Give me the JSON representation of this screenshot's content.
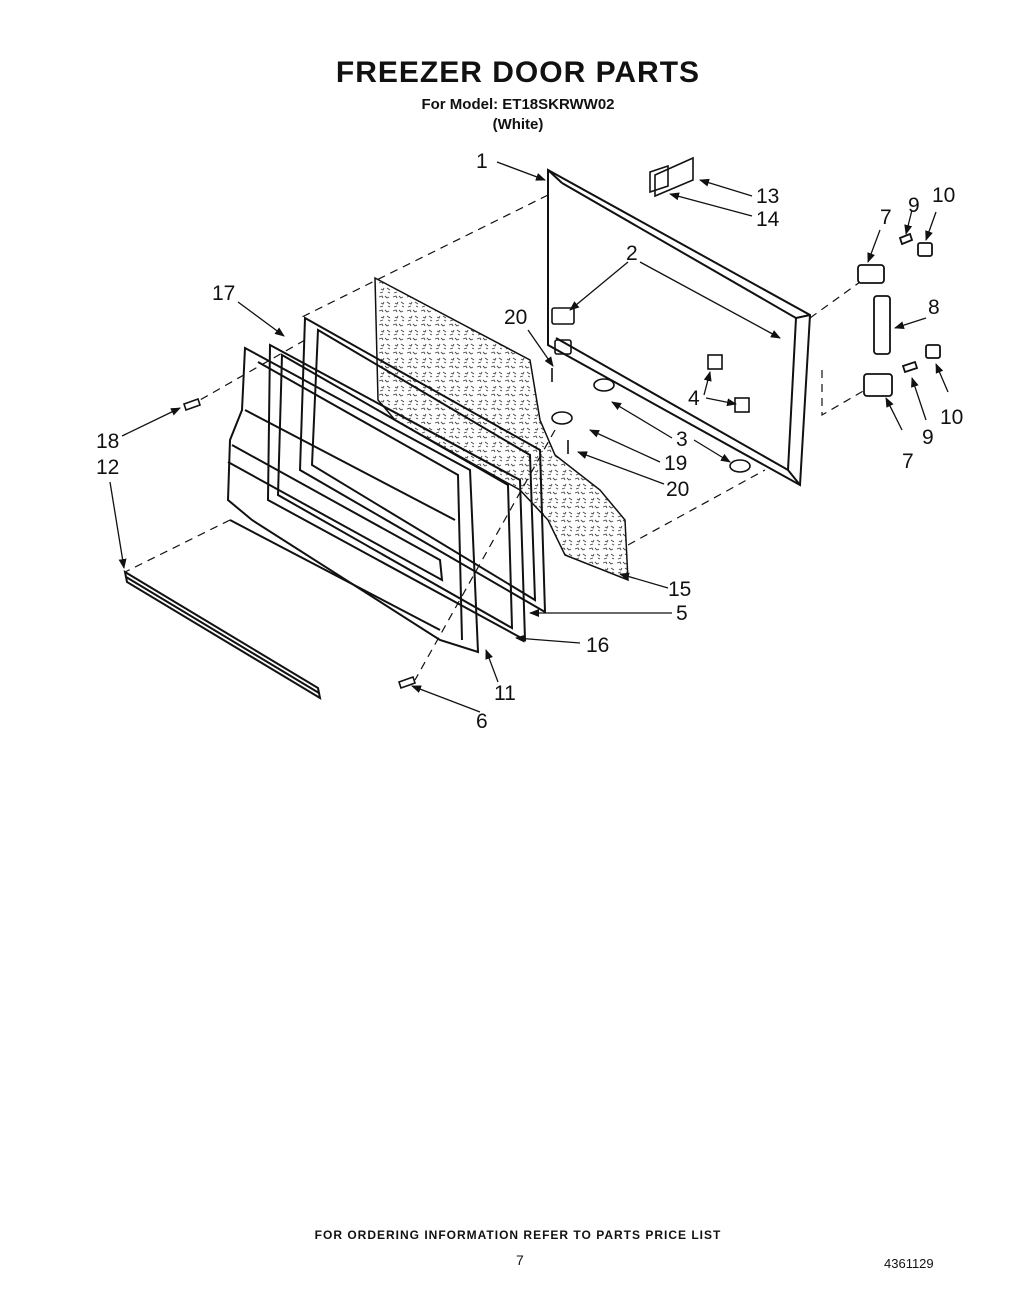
{
  "header": {
    "title": "FREEZER DOOR PARTS",
    "model_line": "For Model: ET18SKRWW02",
    "color_line": "(White)"
  },
  "callouts": {
    "c1": "1",
    "c2": "2",
    "c3": "3",
    "c4": "4",
    "c5": "5",
    "c6": "6",
    "c7a": "7",
    "c7b": "7",
    "c8": "8",
    "c9a": "9",
    "c9b": "9",
    "c10a": "10",
    "c10b": "10",
    "c11": "11",
    "c12": "12",
    "c13": "13",
    "c14": "14",
    "c15": "15",
    "c16": "16",
    "c17": "17",
    "c18": "18",
    "c19": "19",
    "c20a": "20",
    "c20b": "20"
  },
  "footer": {
    "ordering_note": "FOR ORDERING INFORMATION REFER TO PARTS PRICE LIST",
    "page_number": "7",
    "doc_number": "4361129"
  }
}
